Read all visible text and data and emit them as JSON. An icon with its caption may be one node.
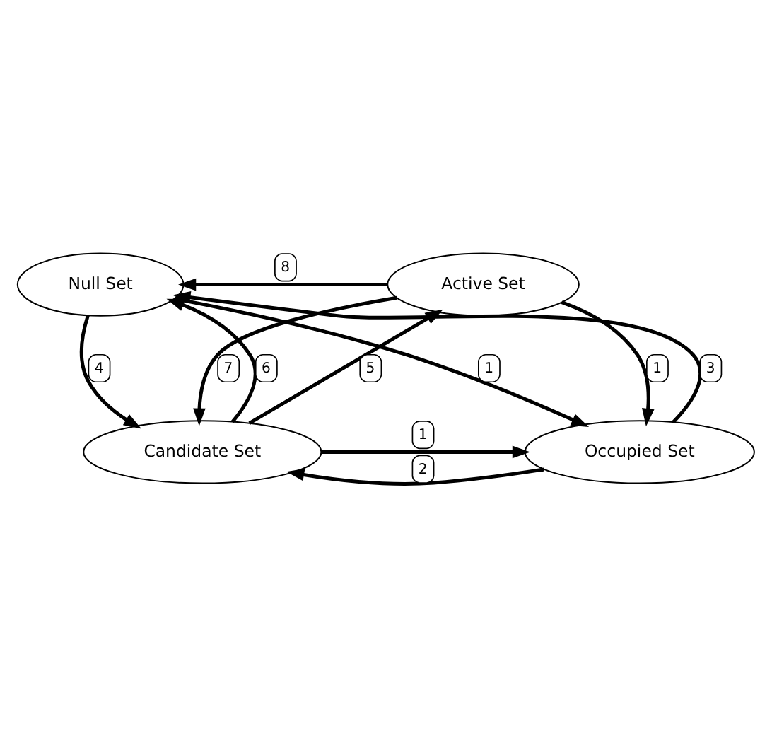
{
  "diagram": {
    "nodes": [
      {
        "text": [
          "Null Set"
        ]
      },
      {
        "text": [
          "Active Set"
        ]
      },
      {
        "text": [
          "Candidate Set"
        ]
      },
      {
        "text": [
          "Occupied Set"
        ]
      }
    ],
    "edges": [
      {
        "from": 2,
        "to": 0,
        "arrow": "to",
        "label": "6"
      },
      {
        "from": 0,
        "to": 2,
        "arrow": "to",
        "label": "4"
      },
      {
        "from": 1,
        "to": 0,
        "arrow": "to",
        "label": "8"
      },
      {
        "from": 3,
        "to": 0,
        "arrow": "to",
        "label": "3"
      },
      {
        "from": 0,
        "to": 3,
        "arrow": "to",
        "label": "1"
      },
      {
        "from": 2,
        "to": 1,
        "arrow": "to",
        "label": "5"
      },
      {
        "from": 1,
        "to": 2,
        "arrow": "to",
        "label": "7"
      },
      {
        "from": 1,
        "to": 3,
        "arrow": "to",
        "label": "1"
      },
      {
        "from": 2,
        "to": 3,
        "arrow": "to",
        "label": "1"
      },
      {
        "from": 3,
        "to": 2,
        "arrow": "to",
        "label": "2"
      }
    ]
  }
}
